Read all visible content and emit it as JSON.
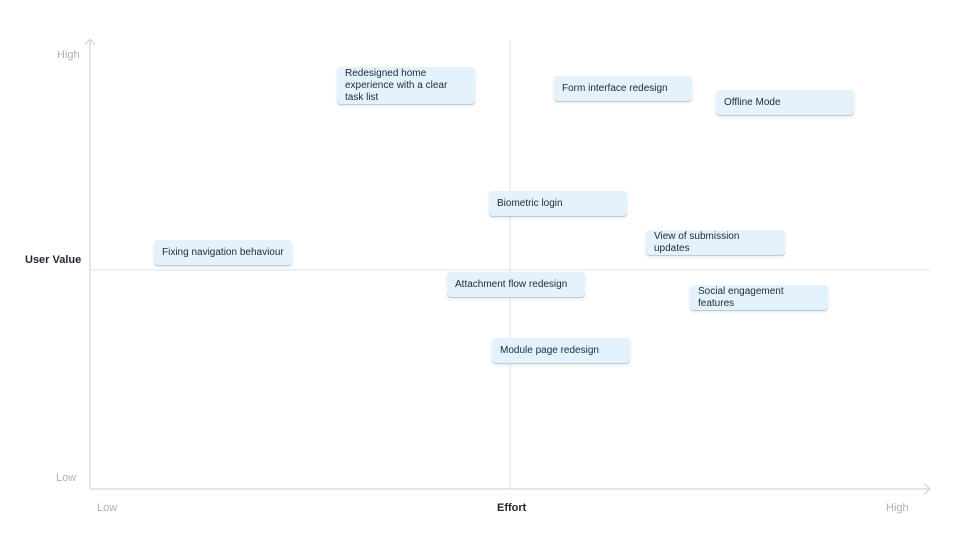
{
  "axes": {
    "y_title": "User Value",
    "y_high": "High",
    "y_low": "Low",
    "x_title": "Effort",
    "x_low": "Low",
    "x_high": "High"
  },
  "cards": [
    {
      "id": "card-redesigned-home",
      "label": "Redesigned home experience with a clear task list"
    },
    {
      "id": "card-form-interface",
      "label": "Form interface redesign"
    },
    {
      "id": "card-offline-mode",
      "label": "Offline Mode"
    },
    {
      "id": "card-biometric-login",
      "label": "Biometric login"
    },
    {
      "id": "card-view-submission",
      "label": "View of submission updates"
    },
    {
      "id": "card-fixing-navigation",
      "label": "Fixing navigation behaviour"
    },
    {
      "id": "card-attachment-flow",
      "label": "Attachment flow redesign"
    },
    {
      "id": "card-social-engagement",
      "label": "Social engagement features"
    },
    {
      "id": "card-module-page",
      "label": "Module page redesign"
    }
  ]
}
